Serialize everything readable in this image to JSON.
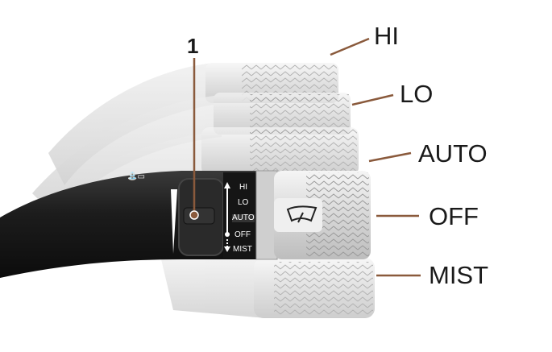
{
  "callout": {
    "number": "1"
  },
  "positions": [
    "HI",
    "LO",
    "AUTO",
    "OFF",
    "MIST"
  ],
  "switch_labels": [
    "HI",
    "LO",
    "AUTO",
    "OFF",
    "MIST"
  ],
  "colors": {
    "leader": "#8a5a3c",
    "stalk": "#1c1c1c",
    "ghost": "#d9d9d9",
    "knob": "#e8e8e8"
  }
}
